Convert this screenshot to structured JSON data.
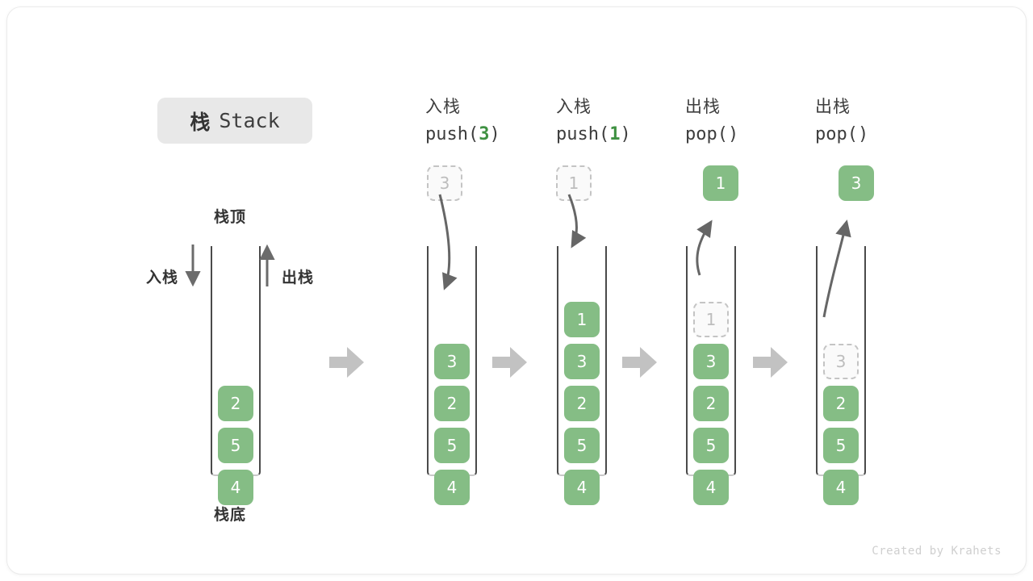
{
  "title": {
    "cn": "栈",
    "en": "Stack"
  },
  "left_diagram": {
    "top_label": "栈顶",
    "bottom_label": "栈底",
    "push_label": "入栈",
    "pop_label": "出栈",
    "stack_values": [
      "2",
      "5",
      "4"
    ]
  },
  "columns": [
    {
      "id": "push-3",
      "head_cn": "入栈",
      "head_code_prefix": "push(",
      "head_code_arg": "3",
      "head_code_suffix": ")",
      "floating_box": {
        "value": "3",
        "style": "ghost"
      },
      "arrow": "down",
      "stack_values": [
        {
          "value": "3",
          "style": "solid"
        },
        {
          "value": "2",
          "style": "solid"
        },
        {
          "value": "5",
          "style": "solid"
        },
        {
          "value": "4",
          "style": "solid"
        }
      ]
    },
    {
      "id": "push-1",
      "head_cn": "入栈",
      "head_code_prefix": "push(",
      "head_code_arg": "1",
      "head_code_suffix": ")",
      "floating_box": {
        "value": "1",
        "style": "ghost"
      },
      "arrow": "down",
      "stack_values": [
        {
          "value": "1",
          "style": "solid"
        },
        {
          "value": "3",
          "style": "solid"
        },
        {
          "value": "2",
          "style": "solid"
        },
        {
          "value": "5",
          "style": "solid"
        },
        {
          "value": "4",
          "style": "solid"
        }
      ]
    },
    {
      "id": "pop-1",
      "head_cn": "出栈",
      "head_code_prefix": "pop(",
      "head_code_arg": "",
      "head_code_suffix": ")",
      "floating_box": {
        "value": "1",
        "style": "solid"
      },
      "arrow": "up",
      "stack_values": [
        {
          "value": "1",
          "style": "ghost"
        },
        {
          "value": "3",
          "style": "solid"
        },
        {
          "value": "2",
          "style": "solid"
        },
        {
          "value": "5",
          "style": "solid"
        },
        {
          "value": "4",
          "style": "solid"
        }
      ]
    },
    {
      "id": "pop-2",
      "head_cn": "出栈",
      "head_code_prefix": "pop(",
      "head_code_arg": "",
      "head_code_suffix": ")",
      "floating_box": {
        "value": "3",
        "style": "solid"
      },
      "arrow": "up",
      "stack_values": [
        {
          "value": "3",
          "style": "ghost"
        },
        {
          "value": "2",
          "style": "solid"
        },
        {
          "value": "5",
          "style": "solid"
        },
        {
          "value": "4",
          "style": "solid"
        }
      ]
    }
  ],
  "transition_arrows": 4,
  "watermark": "Created by Krahets",
  "colors": {
    "accent_green": "#85bd85",
    "code_arg_green": "#3f9142",
    "badge_bg": "#e8e8e8",
    "frame_stroke": "#4a4a4a",
    "ghost_stroke": "#c4c4c4",
    "transition_arrow": "#c2c2c2",
    "curve_arrow": "#666666",
    "watermark": "#cfcfcf"
  }
}
